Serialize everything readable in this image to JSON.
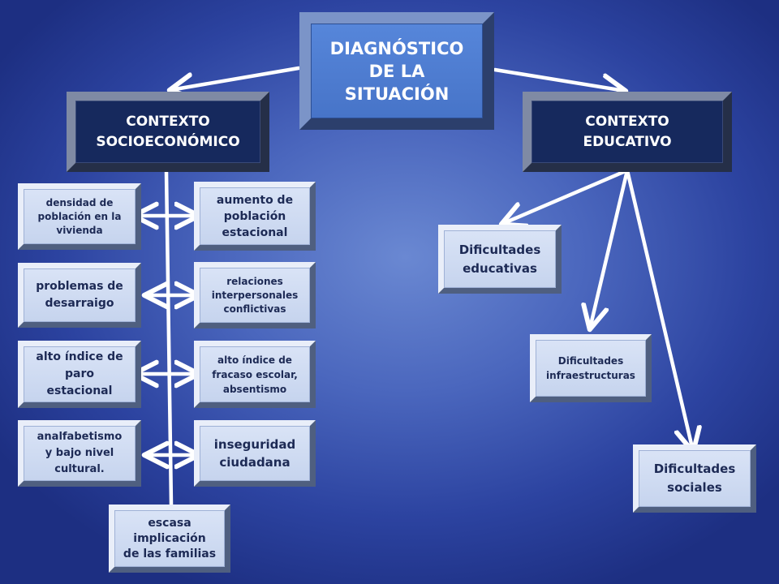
{
  "diagram": {
    "root": "DIAGNÓSTICO\nDE LA\nSITUACIÓN",
    "socio": {
      "title": "CONTEXTO\nSOCIOECONÓMICO",
      "left_items": [
        "densidad de\npoblación en la\nvivienda",
        "problemas de\ndesarraigo",
        "alto índice de\nparo\nestacional",
        "analfabetismo\ny bajo nivel\ncultural."
      ],
      "right_items": [
        "aumento de\npoblación\nestacional",
        "relaciones\ninterpersonales\nconflictivas",
        "alto índice de\nfracaso escolar,\nabsentismo",
        "inseguridad\nciudadana"
      ],
      "bottom_item": "escasa\nimplicación\nde las familias"
    },
    "edu": {
      "title": "CONTEXTO\nEDUCATIVO",
      "items": [
        "Dificultades\neducativas",
        "Dificultades\ninfraestructuras",
        "Dificultades\nsociales"
      ]
    }
  },
  "colors": {
    "background_center": "#6a88d2",
    "background_edge": "#1d2f82",
    "main_box": "#4c7ad0",
    "context_box": "#16295d",
    "item_box": "#cfdbf2",
    "item_text": "#1d2a55",
    "connector": "#ffffff"
  }
}
